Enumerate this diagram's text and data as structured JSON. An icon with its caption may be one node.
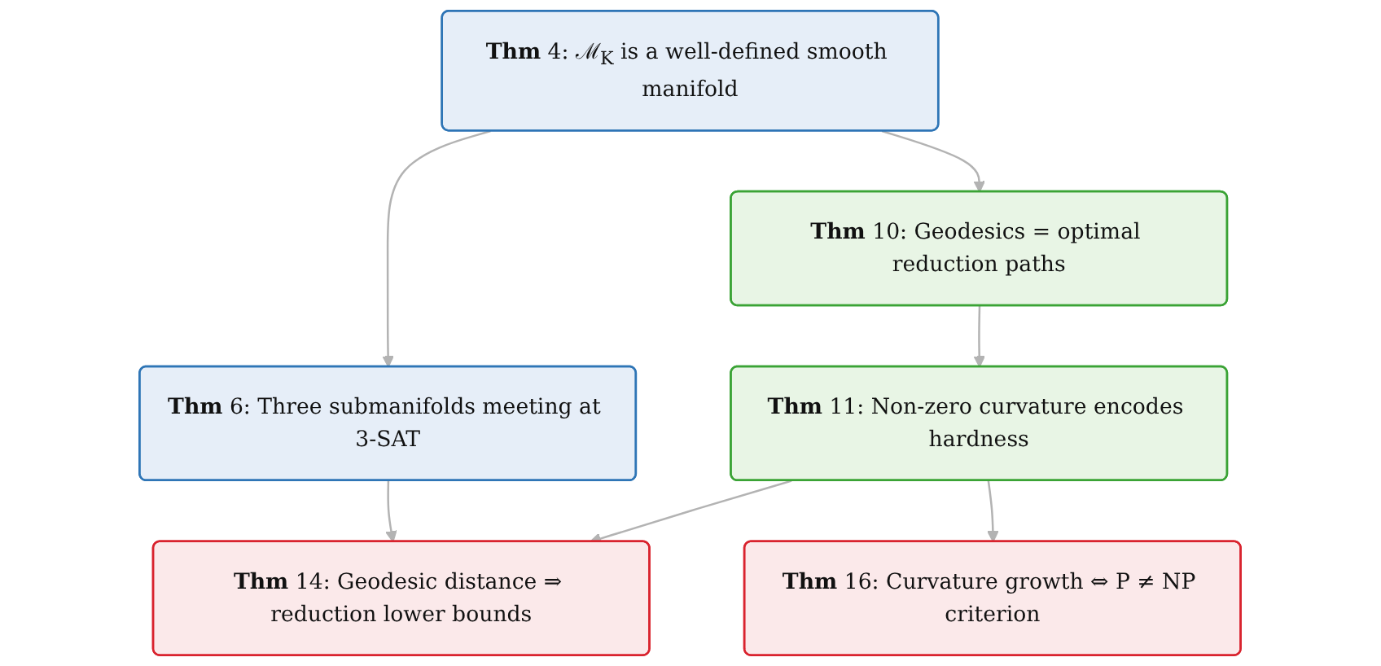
{
  "diagram": {
    "nodes": [
      {
        "text": [
          "**Thm** 4: ℳ$_{K}$ is a well-defined smooth manifold"
        ]
      },
      {
        "text": [
          "**Thm** 10: Geodesics = optimal reduction paths"
        ]
      },
      {
        "text": [
          "**Thm** 6: Three submanifolds meeting at 3-SAT"
        ]
      },
      {
        "text": [
          "**Thm** 11: Non-zero curvature encodes hardness"
        ]
      },
      {
        "text": [
          "**Thm** 14: Geodesic distance ⇒ reduction lower bounds"
        ]
      },
      {
        "text": [
          "**Thm** 16: Curvature growth ⇔ P ≠ NP criterion"
        ]
      }
    ],
    "edges": [
      {
        "from": 0,
        "to": 1,
        "arrow": "to"
      },
      {
        "from": 0,
        "to": 2,
        "arrow": "to"
      },
      {
        "from": 1,
        "to": 3,
        "arrow": "to"
      },
      {
        "from": 2,
        "to": 4,
        "arrow": "to"
      },
      {
        "from": 3,
        "to": 4,
        "arrow": "to"
      },
      {
        "from": 3,
        "to": 5,
        "arrow": "to"
      }
    ]
  }
}
